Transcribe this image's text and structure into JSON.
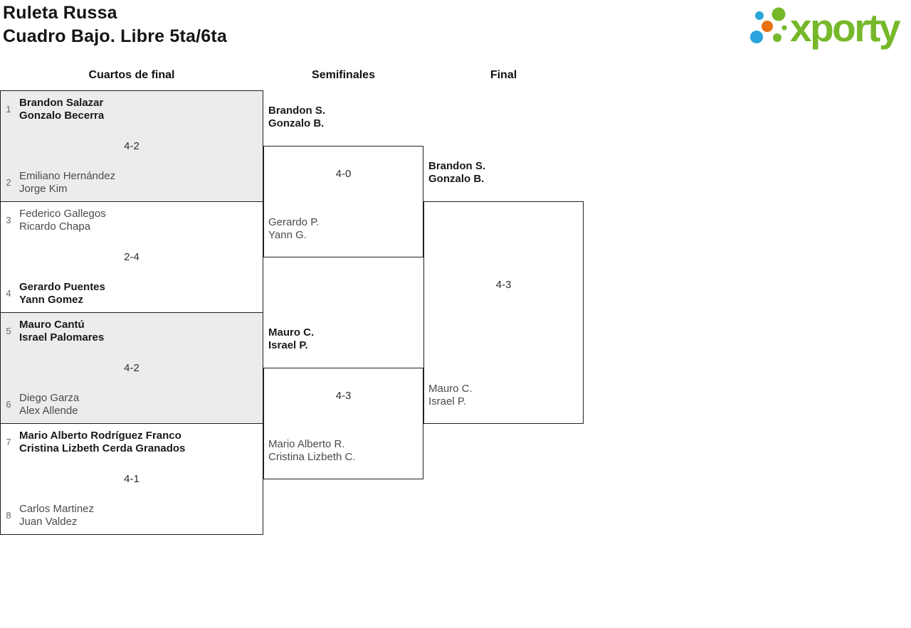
{
  "header": {
    "title_line1": "Ruleta Russa",
    "title_line2": "Cuadro Bajo. Libre 5ta/6ta"
  },
  "logo": {
    "text": "xporty",
    "colors": {
      "green": "#76b82a",
      "blue": "#29a4dc",
      "orange": "#e87211"
    }
  },
  "columns": [
    "Cuartos de final",
    "Semifinales",
    "Final"
  ],
  "bracket": {
    "quarterfinals": [
      {
        "seed_top": "1",
        "seed_bottom": "2",
        "score": "4-2",
        "top": {
          "line1": "Brandon Salazar",
          "line2": "Gonzalo Becerra"
        },
        "bottom": {
          "line1": "Emiliano Hernández",
          "line2": "Jorge Kim"
        },
        "winner": "top"
      },
      {
        "seed_top": "3",
        "seed_bottom": "4",
        "score": "2-4",
        "top": {
          "line1": "Federico Gallegos",
          "line2": "Ricardo Chapa"
        },
        "bottom": {
          "line1": "Gerardo Puentes",
          "line2": "Yann Gomez"
        },
        "winner": "bottom"
      },
      {
        "seed_top": "5",
        "seed_bottom": "6",
        "score": "4-2",
        "top": {
          "line1": "Mauro Cantú",
          "line2": "Israel Palomares"
        },
        "bottom": {
          "line1": "Diego Garza",
          "line2": "Alex Allende"
        },
        "winner": "top"
      },
      {
        "seed_top": "7",
        "seed_bottom": "8",
        "score": "4-1",
        "top": {
          "line1": "Mario Alberto Rodríguez Franco",
          "line2": "Cristina Lizbeth Cerda Granados"
        },
        "bottom": {
          "line1": "Carlos Martinez",
          "line2": "Juan Valdez"
        },
        "winner": "top"
      }
    ],
    "semifinals": [
      {
        "score": "4-0",
        "top": {
          "line1": "Brandon S.",
          "line2": "Gonzalo B."
        },
        "bottom": {
          "line1": "Gerardo P.",
          "line2": "Yann G."
        },
        "winner": "top"
      },
      {
        "score": "4-3",
        "top": {
          "line1": "Mauro C.",
          "line2": "Israel P."
        },
        "bottom": {
          "line1": "Mario Alberto R.",
          "line2": "Cristina Lizbeth C."
        },
        "winner": "top"
      }
    ],
    "final": {
      "score": "4-3",
      "top": {
        "line1": "Brandon S.",
        "line2": "Gonzalo B."
      },
      "bottom": {
        "line1": "Mauro C.",
        "line2": "Israel P."
      },
      "winner": "top"
    }
  }
}
